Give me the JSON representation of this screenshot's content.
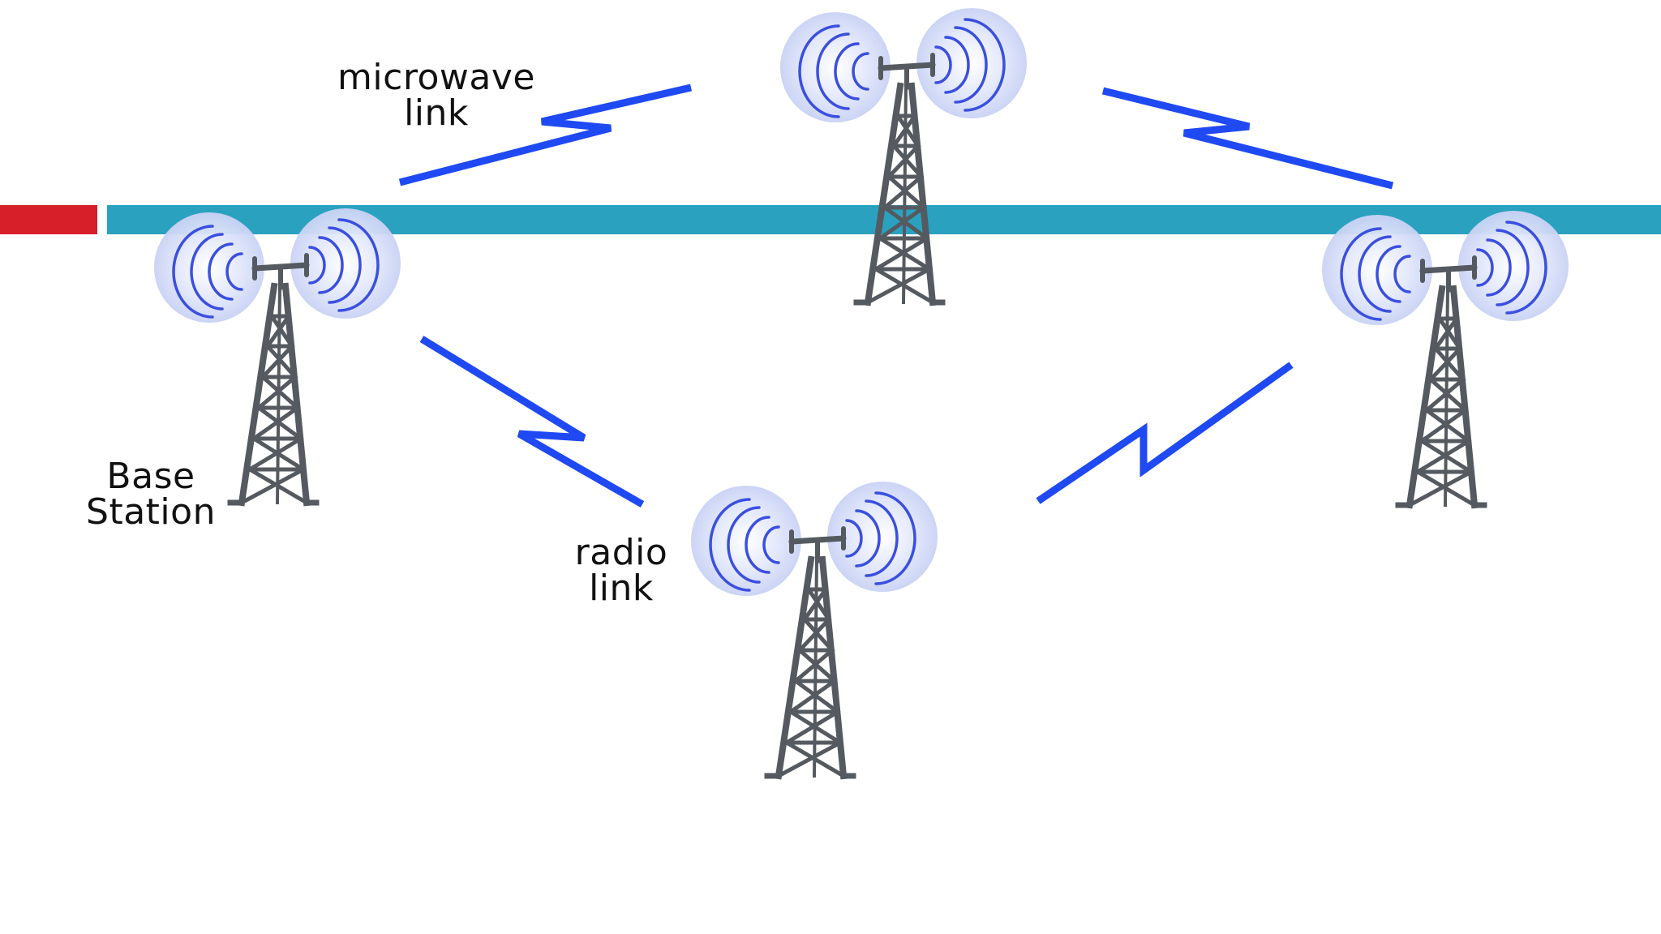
{
  "colors": {
    "background": "#ffffff",
    "accent_bar": "#2aa1bf",
    "red_marker": "#d71f2a",
    "link_stroke": "#1f49f2",
    "tower_steel": "#555a60",
    "signal_glow": "#c9d2f5",
    "signal_wave": "#3a4fe0"
  },
  "labels": {
    "microwave_link": [
      "microwave",
      "link"
    ],
    "base_station": [
      "Base",
      "Station"
    ],
    "radio_link": [
      "radio",
      "link"
    ]
  },
  "nodes": [
    {
      "id": "tower-top",
      "icon": "radio-tower-icon"
    },
    {
      "id": "tower-left",
      "icon": "radio-tower-icon"
    },
    {
      "id": "tower-right",
      "icon": "radio-tower-icon"
    },
    {
      "id": "tower-bottom",
      "icon": "radio-tower-icon"
    }
  ],
  "links": [
    {
      "from": "tower-left",
      "to": "tower-top",
      "kind": "microwave"
    },
    {
      "from": "tower-top",
      "to": "tower-right",
      "kind": "microwave"
    },
    {
      "from": "tower-left",
      "to": "tower-bottom",
      "kind": "radio"
    },
    {
      "from": "tower-bottom",
      "to": "tower-right",
      "kind": "radio"
    }
  ]
}
